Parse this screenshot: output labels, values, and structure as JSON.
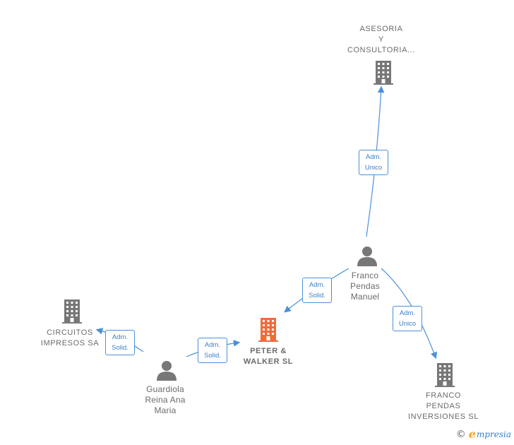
{
  "nodes": {
    "asesoria": {
      "lines": [
        "ASESORIA",
        "Y",
        "CONSULTORIA..."
      ],
      "color": "#777777"
    },
    "circuitos": {
      "lines": [
        "CIRCUITOS",
        "IMPRESOS SA"
      ],
      "color": "#777777"
    },
    "peter_walker": {
      "lines": [
        "PETER &",
        "WALKER  SL"
      ],
      "color": "#f26b3a"
    },
    "franco_pendas_inv": {
      "lines": [
        "FRANCO",
        "PENDAS",
        "INVERSIONES SL"
      ],
      "color": "#777777"
    },
    "franco_pendas_manuel": {
      "lines": [
        "Franco",
        "Pendas",
        "Manuel"
      ],
      "color": "#777777"
    },
    "guardiola": {
      "lines": [
        "Guardiola",
        "Reina Ana",
        "Maria"
      ],
      "color": "#777777"
    }
  },
  "edges": [
    {
      "id": "franco-to-asesoria",
      "role": [
        "Adm.",
        "Unico"
      ]
    },
    {
      "id": "franco-to-peter",
      "role": [
        "Adm.",
        "Solid."
      ]
    },
    {
      "id": "franco-to-franco-inv",
      "role": [
        "Adm.",
        "Unico"
      ]
    },
    {
      "id": "guardiola-to-circuitos",
      "role": [
        "Adm.",
        "Solid."
      ]
    },
    {
      "id": "guardiola-to-peter",
      "role": [
        "Adm.",
        "Solid."
      ]
    }
  ],
  "footer": {
    "copyright": "©",
    "brand_e": "e",
    "brand_rest": "mpresia"
  },
  "colors": {
    "edge": "#4a90d9",
    "building": "#777777",
    "focus_building": "#f26b3a",
    "person": "#777777"
  }
}
